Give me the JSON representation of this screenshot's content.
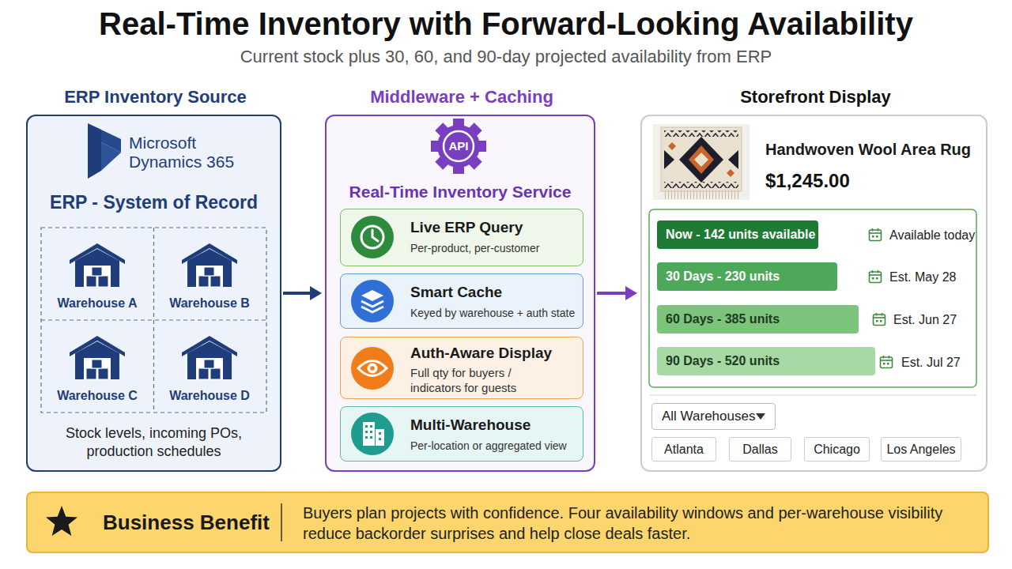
{
  "diagram": {
    "title": "Real-Time Inventory with Forward-Looking Availability",
    "caption": "Current stock plus 30, 60, and 90-day projected availability from ERP",
    "nodes": [
      {
        "text": [
          "ERP Inventory Source",
          "Microsoft Dynamics 365",
          "ERP - System of Record",
          "Stock levels, incoming POs, production schedules"
        ]
      },
      {
        "text": [
          "Warehouse A"
        ],
        "in": 0
      },
      {
        "text": [
          "Warehouse B"
        ],
        "in": 0
      },
      {
        "text": [
          "Warehouse C"
        ],
        "in": 0
      },
      {
        "text": [
          "Warehouse D"
        ],
        "in": 0
      },
      {
        "text": [
          "Middleware + Caching",
          "API",
          "Real-Time Inventory Service"
        ]
      },
      {
        "text": [
          "Live ERP Query",
          "Per-product, per-customer"
        ],
        "in": 5
      },
      {
        "text": [
          "Smart Cache",
          "Keyed by warehouse + auth state"
        ],
        "in": 5
      },
      {
        "text": [
          "Auth-Aware Display",
          "Full qty for buyers / indicators for guests"
        ],
        "in": 5
      },
      {
        "text": [
          "Multi-Warehouse",
          "Per-location or aggregated view"
        ],
        "in": 5
      },
      {
        "text": [
          "Storefront Display",
          "Handwoven Wool Area Rug",
          "$1,245.00"
        ]
      },
      {
        "text": [
          "Now - 142 units available"
        ],
        "in": 10
      },
      {
        "text": [
          "30 Days - 230 units"
        ],
        "in": 10
      },
      {
        "text": [
          "60 Days - 385 units"
        ],
        "in": 10
      },
      {
        "text": [
          "90 Days - 520 units"
        ],
        "in": 10
      },
      {
        "text": [
          "All Warehouses"
        ],
        "in": 10
      },
      {
        "text": [
          "Atlanta"
        ],
        "in": 10
      },
      {
        "text": [
          "Dallas"
        ],
        "in": 10
      },
      {
        "text": [
          "Chicago"
        ],
        "in": 10
      },
      {
        "text": [
          "Los Angeles"
        ],
        "in": 10
      },
      {
        "text": [
          "Business Benefit",
          "Buyers plan projects with confidence. Four availability windows and per-warehouse visibility reduce backorder surprises and help close deals faster."
        ]
      }
    ],
    "edges": [
      {
        "from": 0,
        "to": 5,
        "arrow": "to"
      },
      {
        "from": 5,
        "to": 10,
        "arrow": "to"
      }
    ],
    "labels": [
      "Available today",
      "Est. May 28",
      "Est. Jun 27",
      "Est. Jul 27"
    ]
  }
}
